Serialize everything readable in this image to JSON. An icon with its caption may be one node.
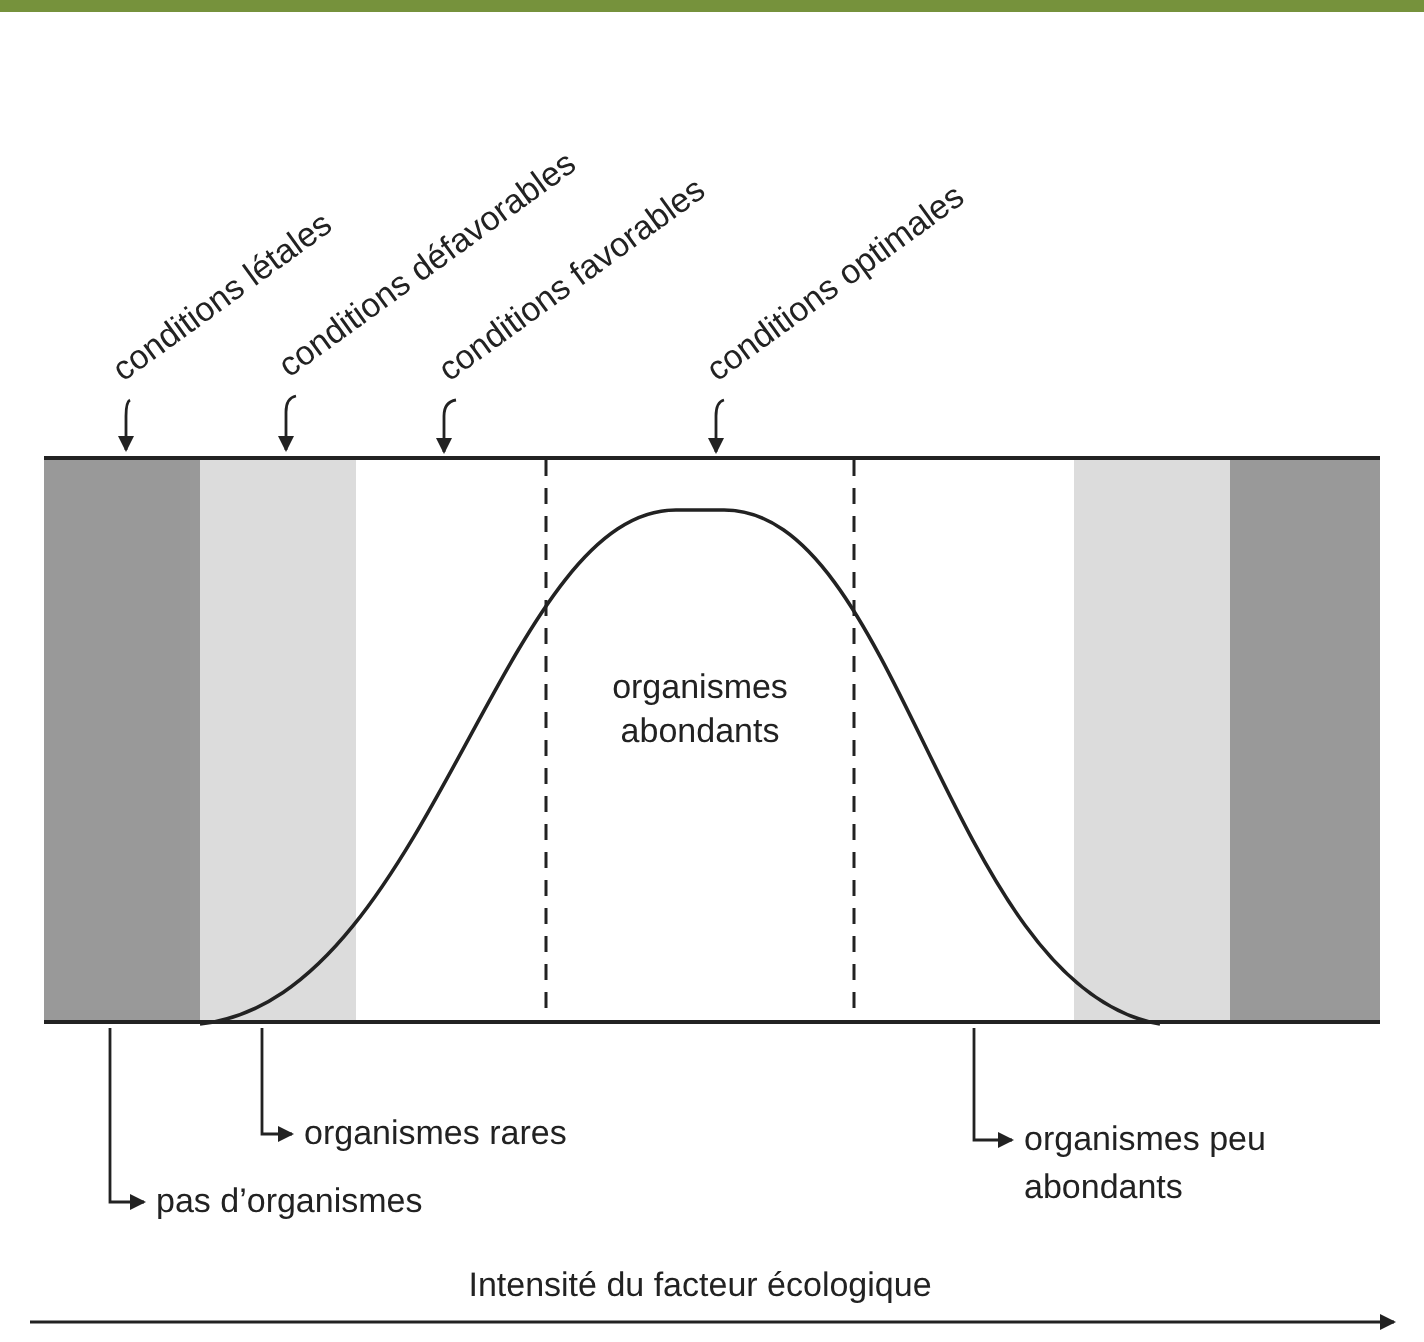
{
  "diagram": {
    "nodes": [
      {
        "text": [
          "conditions létales"
        ]
      },
      {
        "text": [
          "conditions défavorables"
        ]
      },
      {
        "text": [
          "conditions favorables"
        ]
      },
      {
        "text": [
          "conditions optimales"
        ]
      },
      {
        "text": [],
        "shape": "box"
      },
      {
        "text": [],
        "shape": "bar",
        "in": 4
      },
      {
        "text": [],
        "shape": "bar",
        "in": 4
      },
      {
        "text": [
          "organismes abondants"
        ],
        "in": 4
      },
      {
        "text": [],
        "shape": "bar",
        "in": 4
      },
      {
        "text": [],
        "shape": "bar",
        "in": 4
      },
      {
        "text": [
          "organismes rares"
        ]
      },
      {
        "text": [
          "pas d’organismes"
        ]
      },
      {
        "text": [
          "organismes peu abondants"
        ]
      }
    ],
    "edges": [
      {
        "from": 0,
        "to": 5,
        "arrow": "to"
      },
      {
        "from": 1,
        "to": 6,
        "arrow": "to"
      },
      {
        "from": 2,
        "to": 4,
        "arrow": "to"
      },
      {
        "from": 3,
        "to": 4,
        "arrow": "to"
      },
      {
        "from": 6,
        "to": 10,
        "arrow": "to"
      },
      {
        "from": 5,
        "to": 11,
        "arrow": "to"
      },
      {
        "from": 4,
        "to": 12,
        "arrow": "to"
      }
    ],
    "labels": [
      "Intensité du facteur écologique"
    ]
  }
}
